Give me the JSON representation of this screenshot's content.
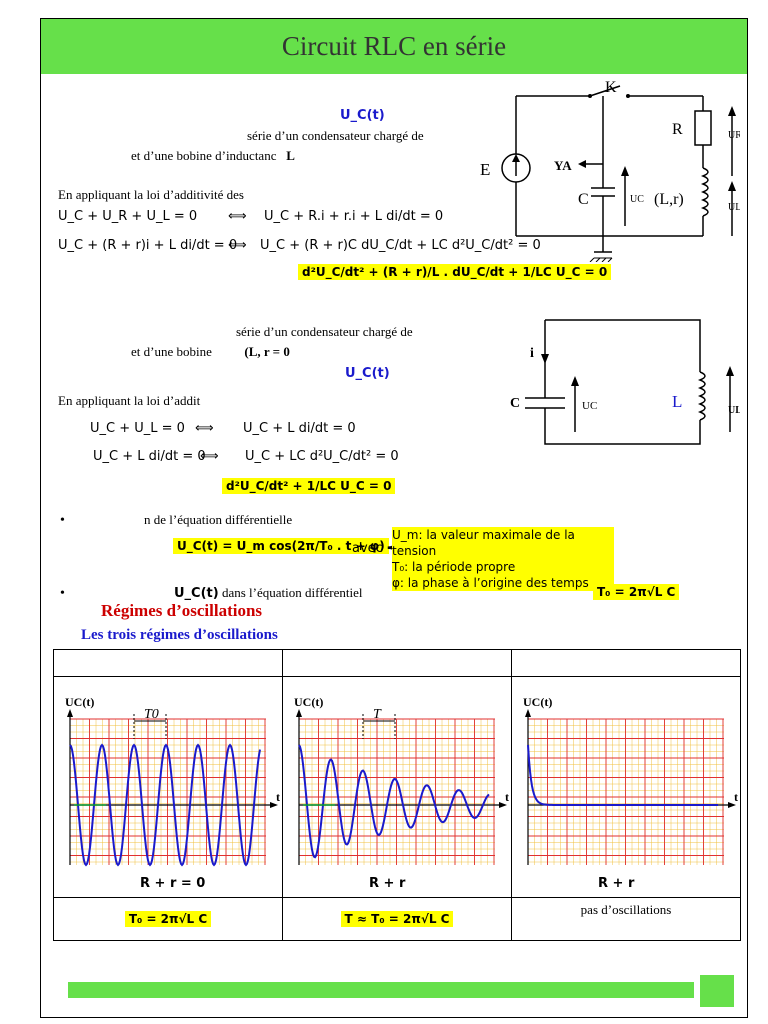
{
  "title": "Circuit RLC en série",
  "section1": {
    "heading_var": "U_C(t)",
    "line1": "série d’un condensateur chargé de",
    "line2_prefix": "et d’une bobine d’inductanc",
    "line2_suffix": "L",
    "line3": "En appliquant la loi d’additivité des",
    "eq1_left": "U_C + U_R + U_L = 0",
    "eq1_arrow": "⟺",
    "eq1_right": "U_C + R.i + r.i + L di/dt = 0",
    "eq2_left": "U_C + (R + r)i + L di/dt = 0",
    "eq2_arrow": "⟺",
    "eq2_right": "U_C + (R + r)C dU_C/dt + LC d²U_C/dt² = 0",
    "result": "d²U_C/dt² + (R + r)/L . dU_C/dt + 1/LC U_C = 0"
  },
  "circuit1": {
    "K": "K",
    "R": "R",
    "UR": "UR",
    "E": "E",
    "YA": "YA",
    "C": "C",
    "UC": "UC",
    "Lr": "(L,r)",
    "UL": "UL"
  },
  "section2": {
    "line1": "série d’un condensateur chargé de",
    "line2_prefix": "et d’une bobine",
    "line2_suffix": "(L, r = 0",
    "heading_var": "U_C(t)",
    "line3": "En appliquant la loi d’addit",
    "eq1_left": "U_C + U_L = 0",
    "eq1_arrow": "⟺",
    "eq1_right": "U_C + L di/dt = 0",
    "eq2_left": "U_C + L di/dt = 0",
    "eq2_arrow": "⟺",
    "eq2_right": "U_C + LC d²U_C/dt² = 0",
    "result": "d²U_C/dt² + 1/LC U_C = 0"
  },
  "circuit2": {
    "i": "i",
    "C": "C",
    "UC": "UC",
    "L": "L",
    "UL": "UL"
  },
  "bullet1": {
    "text": "n de l’équation différentielle",
    "solution": "U_C(t) = U_m cos(2π/T₀ . t + φ)",
    "avec": "avec",
    "defs": [
      "U_m: la valeur maximale de la tension",
      "T₀: la période propre",
      "φ: la phase à l’origine des temps"
    ]
  },
  "bullet2": {
    "var": "U_C(t)",
    "text": "dans l’équation différentiel",
    "result": "T₀ = 2π√L C"
  },
  "regimes_heading": "Régimes d’oscillations",
  "regimes_subheading": "Les trois régimes d’oscillations",
  "graphs": [
    {
      "ylabel": "UC(t)",
      "xlabel": "t",
      "period_label": "T0",
      "caption": "R + r = 0",
      "formula": "T₀ = 2π√L C"
    },
    {
      "ylabel": "UC(t)",
      "xlabel": "t",
      "period_label": "T",
      "caption": "R + r",
      "formula": "T ≈ T₀ = 2π√L C"
    },
    {
      "ylabel": "UC(t)",
      "xlabel": "t",
      "period_label": "",
      "caption": "R + r",
      "formula": "pas d’oscillations"
    }
  ],
  "colors": {
    "banner": "#66e04a",
    "highlight": "#ffff00",
    "curve": "#1a1acc",
    "grid_major": "#e03030",
    "grid_minor": "#f0c040"
  }
}
